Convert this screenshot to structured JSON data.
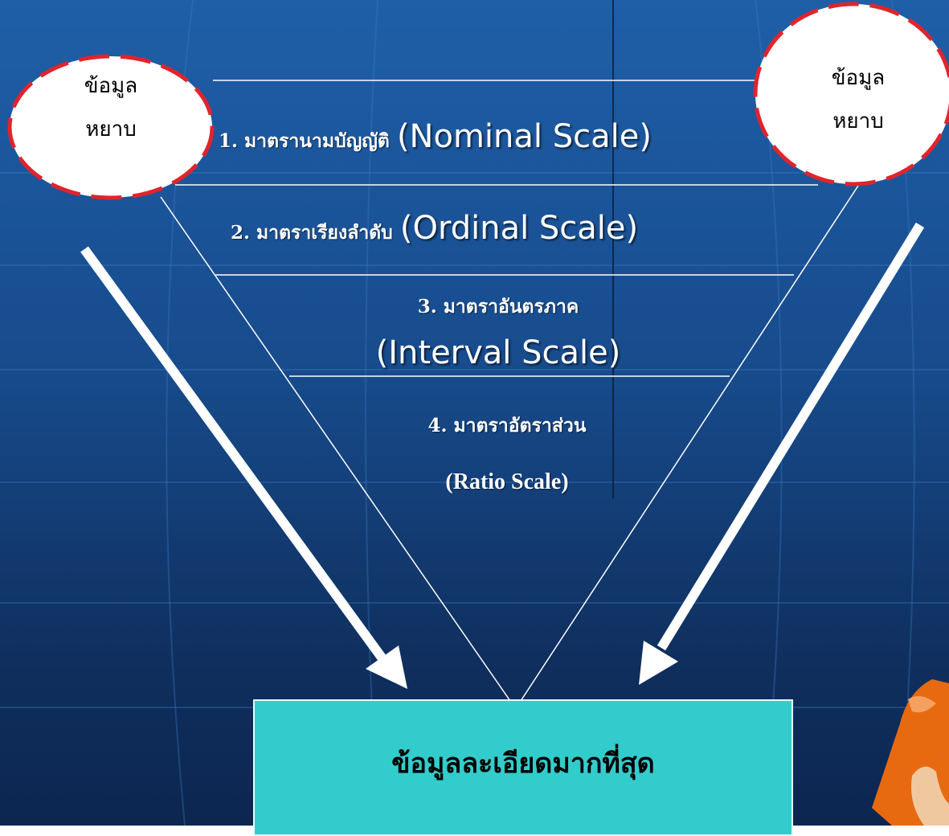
{
  "left_circle": {
    "line1": "ข้อมูล",
    "line2": "หยาบ"
  },
  "right_circle": {
    "line1": "ข้อมูล",
    "line2": "หยาบ"
  },
  "levels": [
    {
      "thai": "1.  มาตรานามบัญญัติ",
      "english": "(Nominal Scale)"
    },
    {
      "thai": "2.  มาตราเรียงลำดับ",
      "english": "(Ordinal Scale)"
    },
    {
      "thai": "3.  มาตราอันตรภาค",
      "english": "(Interval Scale)"
    },
    {
      "thai": "4. มาตราอัตราส่วน",
      "english": "(Ratio Scale)"
    }
  ],
  "result": {
    "label": "ข้อมูลละเอียดมากที่สุด"
  },
  "colors": {
    "background": "#1a559a",
    "box": "#33cccc",
    "circle_border": "#e0242c",
    "decoration": "#e86a10"
  }
}
